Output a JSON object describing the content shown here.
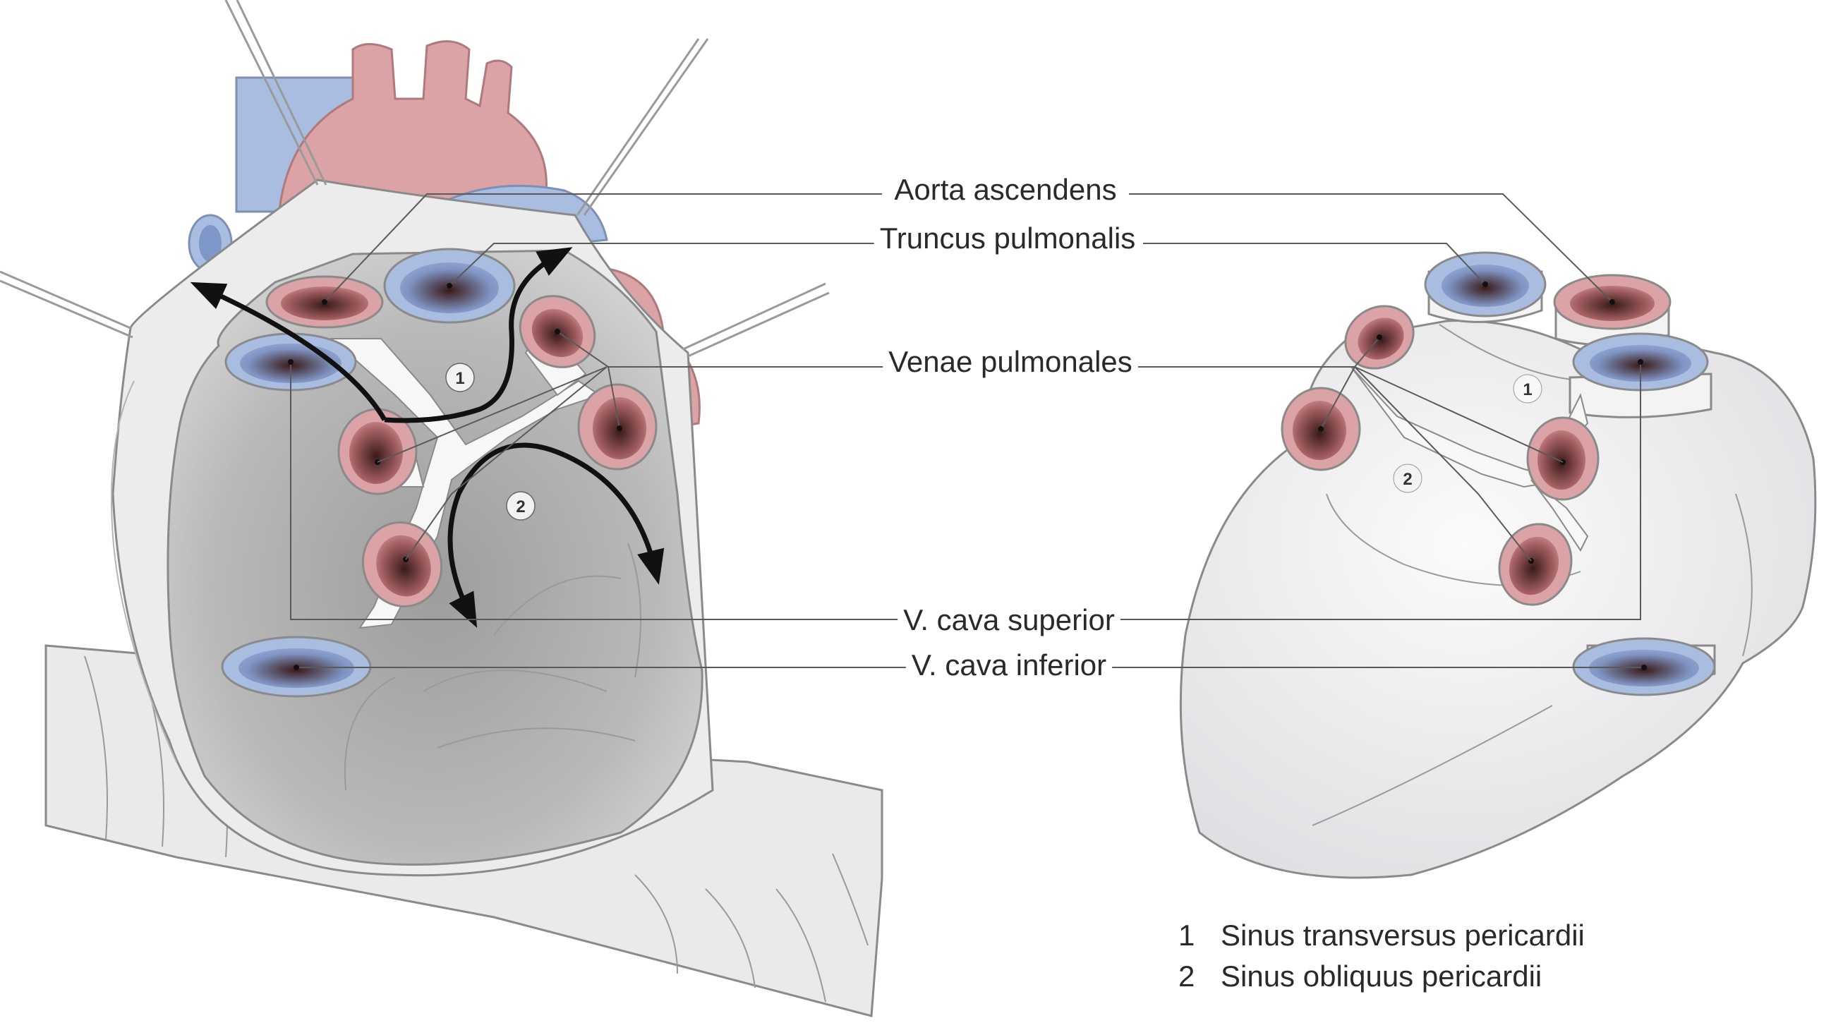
{
  "labels": {
    "aorta": "Aorta ascendens",
    "truncus": "Truncus pulmonalis",
    "venae": "Venae pulmonales",
    "vcs": "V. cava superior",
    "vci": "V. cava inferior"
  },
  "legend": [
    {
      "num": "1",
      "text": "Sinus transversus pericardii"
    },
    {
      "num": "2",
      "text": "Sinus obliquus pericardii"
    }
  ],
  "markers": {
    "one": "1",
    "two": "2"
  },
  "colors": {
    "artery": "#dba3a5",
    "artery_inner": "#b06a6c",
    "vein": "#a9bde0",
    "vein_inner": "#7f96c8",
    "pericardium": "#ececec",
    "cavity": "#bdbdbd",
    "heart": "#eeeeef",
    "outline": "#8a8a8a"
  }
}
